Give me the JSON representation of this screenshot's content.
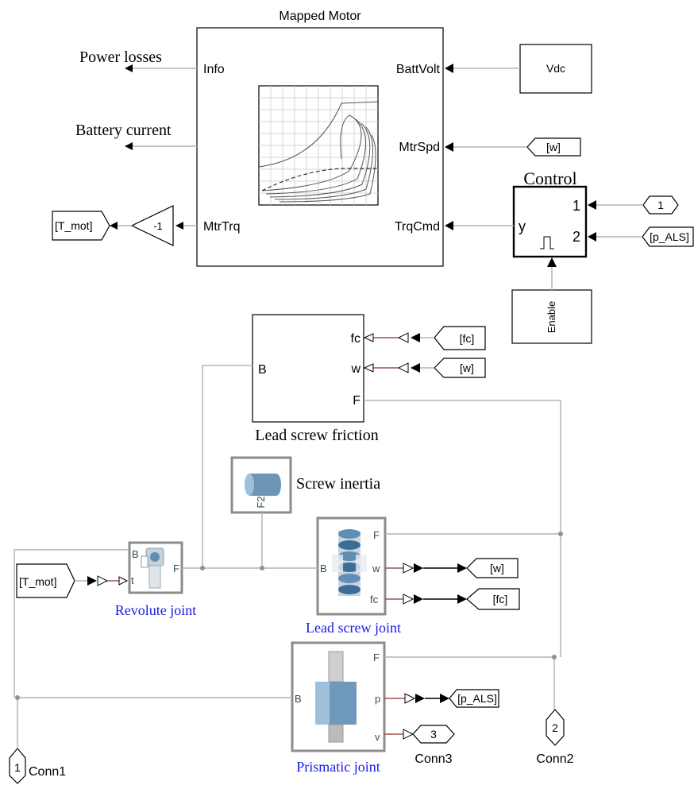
{
  "mapped_motor": {
    "title": "Mapped Motor",
    "ports_left": [
      "Info",
      "MtrTrq"
    ],
    "ports_right": [
      "BattVolt",
      "MtrSpd",
      "TrqCmd"
    ]
  },
  "outputs": {
    "power_losses": "Power losses",
    "battery_current": "Battery current"
  },
  "gain_block": {
    "value": "-1"
  },
  "goto_tags": {
    "t_mot_out": "[T_mot]",
    "w_out": "[w]",
    "fc_out": "[fc]",
    "p_als_out": "[p_ALS]"
  },
  "from_tags": {
    "w_motor": "[w]",
    "fc_friction": "[fc]",
    "w_friction": "[w]",
    "t_mot_in": "[T_mot]",
    "p_als_in": "[p_ALS]"
  },
  "vdc_block": {
    "label": "Vdc"
  },
  "control_block": {
    "title": "Control",
    "in1": "1",
    "in2": "2",
    "out": "y",
    "enable_label": "Enable"
  },
  "inports": {
    "control_in1": "1"
  },
  "lead_screw_friction": {
    "caption": "Lead screw friction",
    "port_b": "B",
    "port_fc": "fc",
    "port_w": "w",
    "port_f": "F"
  },
  "screw_inertia": {
    "caption": "Screw inertia",
    "tag": "F2"
  },
  "revolute_joint": {
    "caption": "Revolute joint",
    "port_b": "B",
    "port_f": "F",
    "port_t": "t"
  },
  "lead_screw_joint": {
    "caption": "Lead screw joint",
    "port_b": "B",
    "port_f": "F",
    "port_w": "w",
    "port_fc": "fc"
  },
  "prismatic_joint": {
    "caption": "Prismatic joint",
    "port_b": "B",
    "port_f": "F",
    "port_p": "p",
    "port_v": "v"
  },
  "connections": {
    "conn1": {
      "num": "1",
      "label": "Conn1"
    },
    "conn2": {
      "num": "2",
      "label": "Conn2"
    },
    "conn3": {
      "num": "3",
      "label": "Conn3"
    }
  },
  "colors": {
    "caption_blue": "#1a1ae6",
    "wire_gray": "#b4b4b4",
    "joint_blue": "#5f8fb4"
  }
}
